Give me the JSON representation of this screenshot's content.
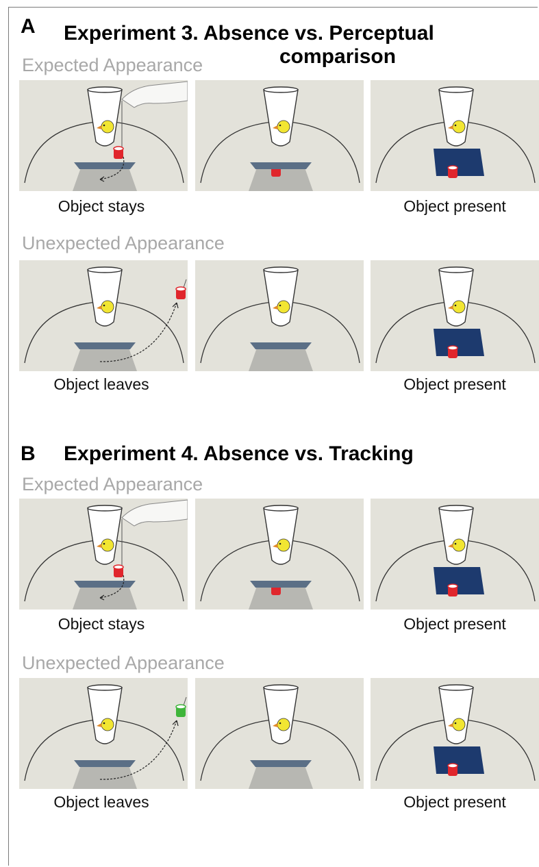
{
  "panel_a": {
    "letter": "A",
    "title_line1": "Experiment 3. Absence vs.  Perceptual",
    "title_line2": "comparison",
    "expected": {
      "label": "Expected Appearance",
      "caption_left": "Object stays",
      "caption_right": "Object present",
      "moving_cup_color": "#e0262c"
    },
    "unexpected": {
      "label": "Unexpected Appearance",
      "caption_left": "Object leaves",
      "caption_right": "Object present",
      "moving_cup_color": "#e0262c"
    }
  },
  "panel_b": {
    "letter": "B",
    "title": "Experiment 4. Absence vs. Tracking",
    "expected": {
      "label": "Expected Appearance",
      "caption_left": "Object stays",
      "caption_right": "Object present",
      "moving_cup_color": "#e0262c"
    },
    "unexpected": {
      "label": "Unexpected Appearance",
      "caption_left": "Object leaves",
      "caption_right": "Object present",
      "moving_cup_color": "#3fb53a"
    }
  },
  "colors": {
    "panel_background": "#e3e2da",
    "screen_blue": "#1d3a6e",
    "screen_slate": "#5b6f86",
    "chick_yellow": "#f2e632",
    "beak_orange": "#e08a2c",
    "red_cup": "#e0262c",
    "green_cup": "#3fb53a",
    "label_gray": "#a8a8a8"
  }
}
